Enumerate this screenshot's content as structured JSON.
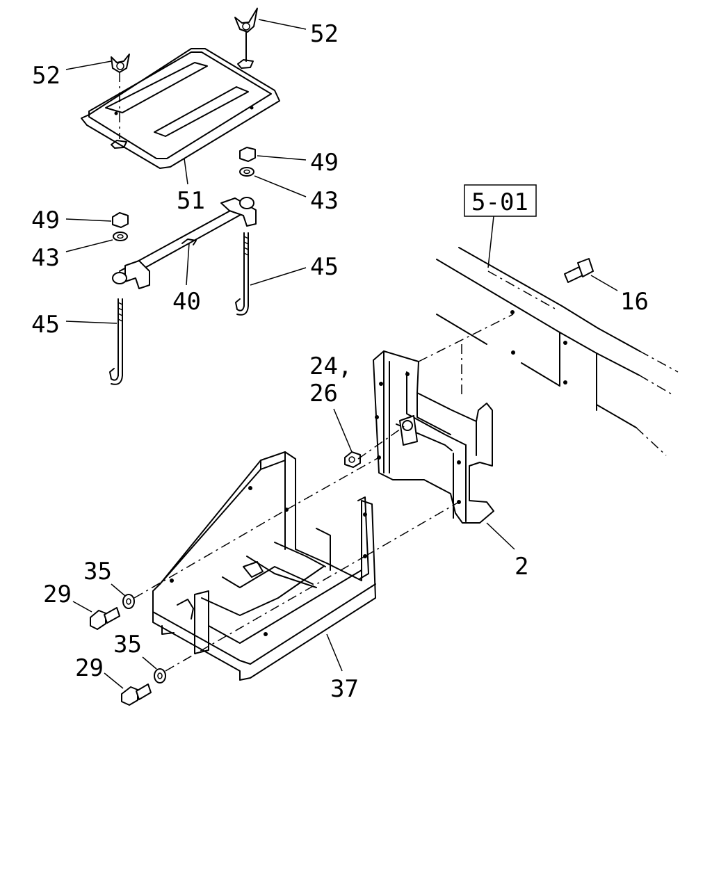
{
  "reference_box": "5-01",
  "callouts": {
    "c52a": "52",
    "c52b": "52",
    "c51": "51",
    "c49a": "49",
    "c43a": "43",
    "c49b": "49",
    "c43b": "43",
    "c40": "40",
    "c45a": "45",
    "c45b": "45",
    "c16": "16",
    "c24": "24,",
    "c26": "26",
    "c2": "2",
    "c35a": "35",
    "c29a": "29",
    "c35b": "35",
    "c29b": "29",
    "c37": "37"
  }
}
